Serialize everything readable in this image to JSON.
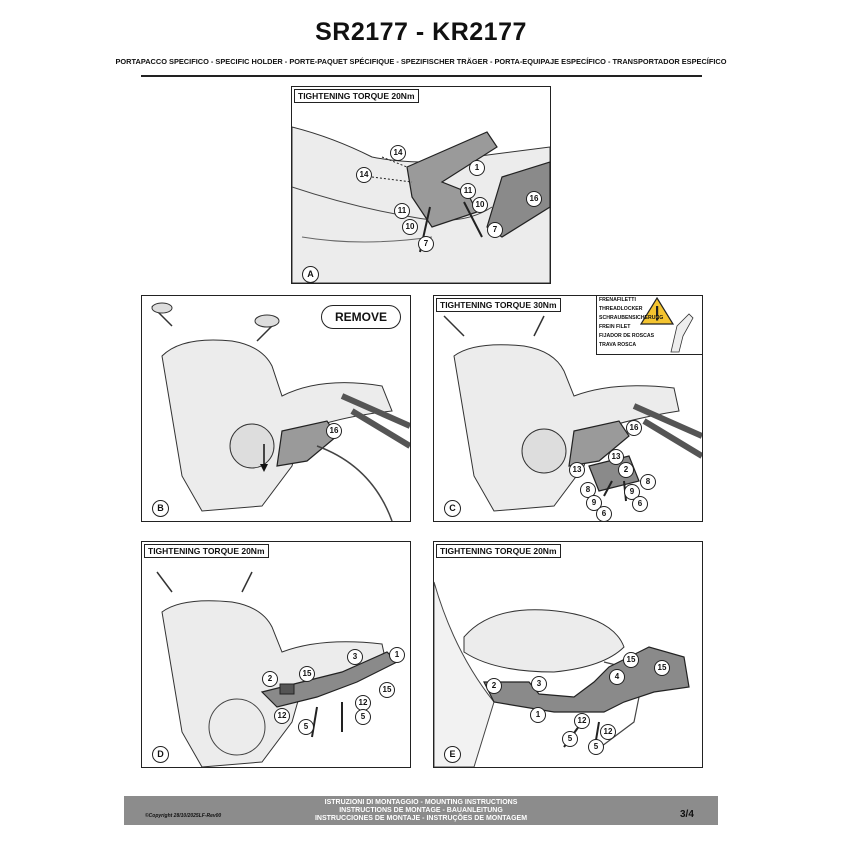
{
  "header": {
    "title": "SR2177 - KR2177",
    "subtitle": "PORTAPACCO SPECIFICO - SPECIFIC HOLDER - PORTE-PAQUET SPÉCIFIQUE - SPEZIFISCHER TRÄGER - PORTA-EQUIPAJE ESPECÍFICO - TRANSPORTADOR ESPECÍFICO"
  },
  "panels": {
    "A": {
      "letter": "A",
      "torque": "TIGHTENING TORQUE 20Nm",
      "callouts": [
        "14",
        "14",
        "1",
        "11",
        "10",
        "11",
        "10",
        "7",
        "7",
        "16"
      ]
    },
    "B": {
      "letter": "B",
      "action": "REMOVE",
      "callouts": [
        "16"
      ]
    },
    "C": {
      "letter": "C",
      "torque": "TIGHTENING TORQUE 30Nm",
      "callouts": [
        "16",
        "13",
        "13",
        "2",
        "8",
        "8",
        "9",
        "9",
        "6",
        "6"
      ],
      "warning": [
        "FRENAFILETTI",
        "THREADLOCKER",
        "SCHRAUBENSICHERUNG",
        "FREIN FILET",
        "FIJADOR DE ROSCAS",
        "TRAVA ROSCA"
      ]
    },
    "D": {
      "letter": "D",
      "torque": "TIGHTENING TORQUE 20Nm",
      "callouts": [
        "1",
        "3",
        "15",
        "15",
        "2",
        "12",
        "12",
        "5",
        "5"
      ]
    },
    "E": {
      "letter": "E",
      "torque": "TIGHTENING TORQUE 20Nm",
      "callouts": [
        "15",
        "15",
        "4",
        "2",
        "3",
        "1",
        "12",
        "12",
        "5",
        "5"
      ]
    }
  },
  "footer": {
    "line1": "ISTRUZIONI DI MONTAGGIO  -  MOUNTING INSTRUCTIONS",
    "line2": "INSTRUCTIONS DE MONTAGE - BAUANLEITUNG",
    "line3": "INSTRUCCIONES DE MONTAJE - INSTRUÇÕES DE MONTAGEM",
    "copyright": "©Copyright 28/10/2025LF-Rev00",
    "page": "3/4"
  }
}
